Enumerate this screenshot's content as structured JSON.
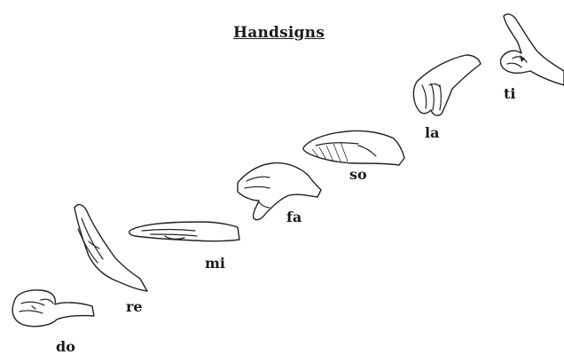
{
  "title": "Handsigns",
  "signs": [
    {
      "syllable": "do"
    },
    {
      "syllable": "re"
    },
    {
      "syllable": "mi"
    },
    {
      "syllable": "fa"
    },
    {
      "syllable": "so"
    },
    {
      "syllable": "la"
    },
    {
      "syllable": "ti"
    }
  ]
}
